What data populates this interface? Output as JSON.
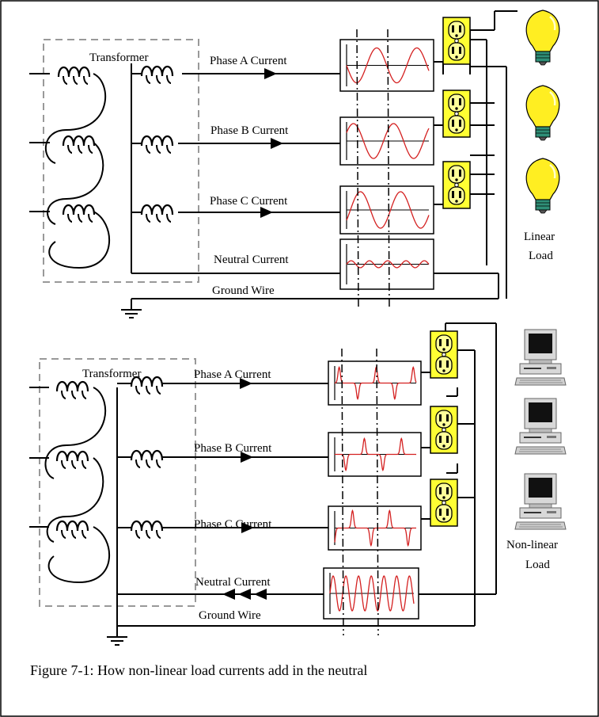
{
  "top": {
    "transformer": "Transformer",
    "phase_a": "Phase A Current",
    "phase_b": "Phase B Current",
    "phase_c": "Phase C Current",
    "neutral": "Neutral Current",
    "ground": "Ground Wire",
    "load_line1": "Linear",
    "load_line2": "Load"
  },
  "bottom": {
    "transformer": "Transformer",
    "phase_a": "Phase A Current",
    "phase_b": "Phase B Current",
    "phase_c": "Phase C Current",
    "neutral": "Neutral Current",
    "ground": "Ground Wire",
    "load_line1": "Non-linear",
    "load_line2": "Load"
  },
  "caption": "Figure 7-1:  How non-linear load currents add in the neutral",
  "colors": {
    "wave": "#d42020",
    "outlet": "#ffff33",
    "bulb": "#ffee22",
    "bulb_base": "#2f8f77",
    "dash": "#999999"
  },
  "icons": {
    "bulb": "light-bulb-icon",
    "computer": "computer-icon",
    "outlet": "duplex-outlet-icon",
    "ground": "ground-symbol-icon",
    "coil": "transformer-coil-icon"
  }
}
